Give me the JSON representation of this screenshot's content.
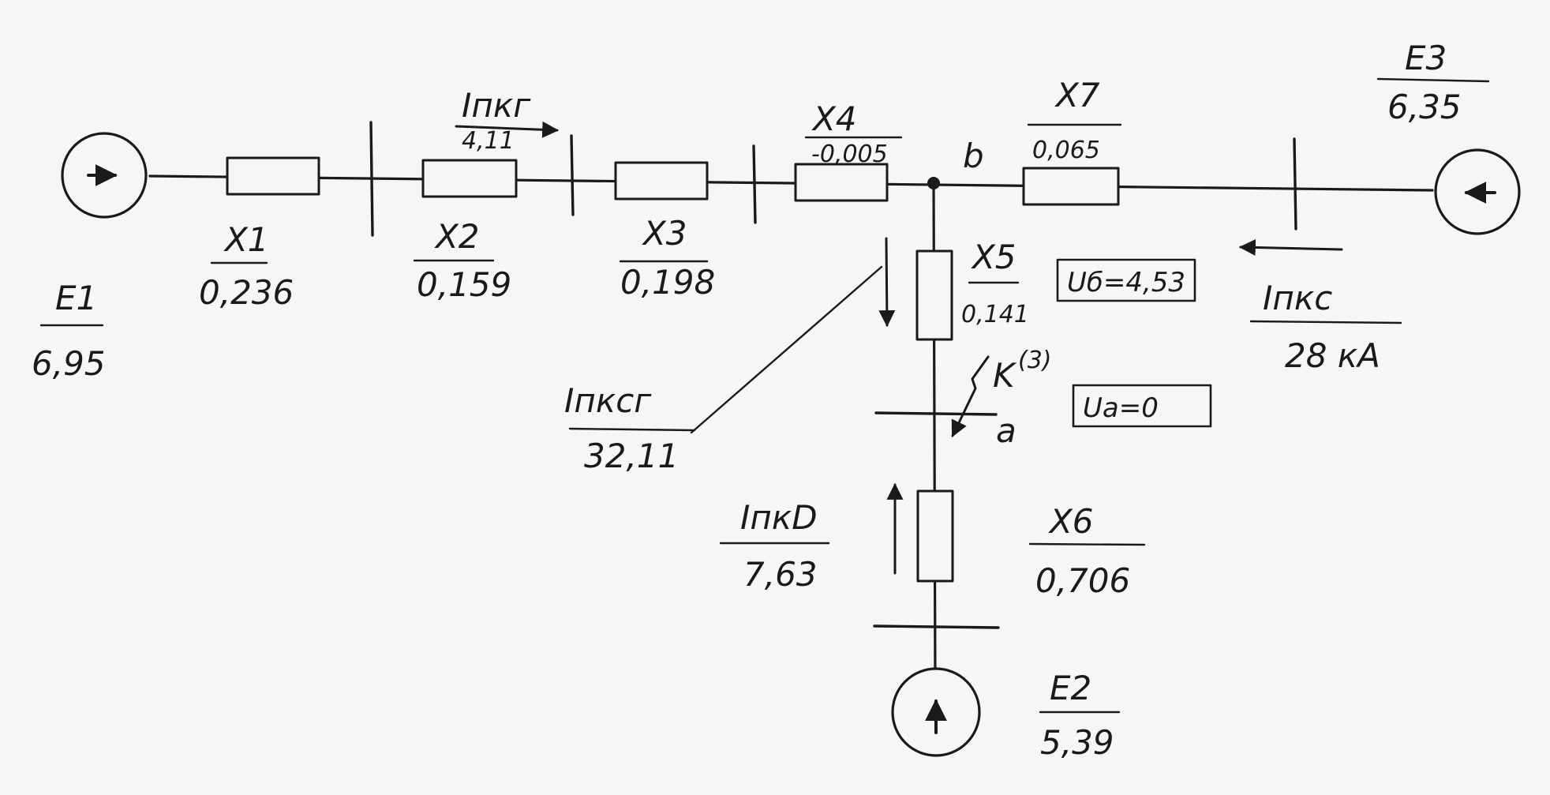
{
  "sources": [
    {
      "id": "e1",
      "label": "E1",
      "value": "6,95"
    },
    {
      "id": "e2",
      "label": "E2",
      "value": "5,39"
    },
    {
      "id": "e3",
      "label": "E3",
      "value": "6,35"
    }
  ],
  "reactances": [
    {
      "id": "x1",
      "label": "X1",
      "value": "0,236"
    },
    {
      "id": "x2",
      "label": "X2",
      "value": "0,159"
    },
    {
      "id": "x3",
      "label": "X3",
      "value": "0,198"
    },
    {
      "id": "x4",
      "label": "X4",
      "value": "-0,005"
    },
    {
      "id": "x5",
      "label": "X5",
      "value": "0,141"
    },
    {
      "id": "x6",
      "label": "X6",
      "value": "0,706"
    },
    {
      "id": "x7",
      "label": "X7",
      "value": "0,065"
    }
  ],
  "currents": [
    {
      "id": "ipkg",
      "label": "Iпкг",
      "value": "4,11"
    },
    {
      "id": "ipks",
      "label": "Iпкс",
      "value": "28 кА"
    },
    {
      "id": "ipksg",
      "label": "Iпксг",
      "value": "32,11"
    },
    {
      "id": "ipkd",
      "label": "IпкD",
      "value": "7,63"
    }
  ],
  "nodes": {
    "b": "b",
    "a": "a"
  },
  "fault": {
    "label": "K",
    "superscript": "(3)"
  },
  "voltages": {
    "ub": "Uб=4,53",
    "ua": "Ua=0"
  }
}
